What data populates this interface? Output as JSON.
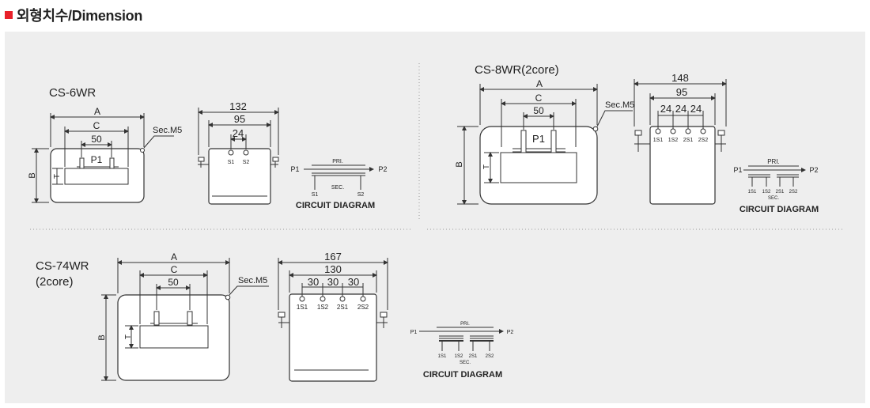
{
  "header": {
    "title": "외형치수/Dimension"
  },
  "models": [
    {
      "name": "CS-6WR",
      "front": {
        "A": "A",
        "C": "C",
        "hole": "50",
        "B": "B",
        "T": "T",
        "P1": "P1",
        "terminal": "Sec.M5"
      },
      "side": {
        "width": "132",
        "inner": "95",
        "pitch": "24",
        "terms": [
          "S1",
          "S2"
        ]
      },
      "circuit": {
        "pri": "PRI.",
        "sec": "SEC.",
        "p1": "P1",
        "p2": "P2",
        "terms": [
          "S1",
          "S2"
        ],
        "caption": "CIRCUIT DIAGRAM"
      }
    },
    {
      "name": "CS-8WR(2core)",
      "front": {
        "A": "A",
        "C": "C",
        "hole": "50",
        "B": "B",
        "T": "T",
        "P1": "P1",
        "terminal": "Sec.M5"
      },
      "side": {
        "width": "148",
        "inner": "95",
        "pitch": [
          "24",
          "24",
          "24"
        ],
        "terms": [
          "1S1",
          "1S2",
          "2S1",
          "2S2"
        ]
      },
      "circuit": {
        "pri": "PRI.",
        "sec": "SEC.",
        "p1": "P1",
        "p2": "P2",
        "terms": [
          "1S1",
          "1S2",
          "2S1",
          "2S2"
        ],
        "caption": "CIRCUIT DIAGRAM"
      }
    },
    {
      "name_line1": "CS-74WR",
      "name_line2": "(2core)",
      "front": {
        "A": "A",
        "C": "C",
        "hole": "50",
        "B": "B",
        "T": "T",
        "terminal": "Sec.M5"
      },
      "side": {
        "width": "167",
        "inner": "130",
        "pitch": [
          "30",
          "30",
          "30"
        ],
        "terms": [
          "1S1",
          "1S2",
          "2S1",
          "2S2"
        ]
      },
      "circuit": {
        "pri": "PRI.",
        "sec": "SEC.",
        "p1": "P1",
        "p2": "P2",
        "terms": [
          "1S1",
          "1S2",
          "2S1",
          "2S2"
        ],
        "caption": "CIRCUIT DIAGRAM"
      }
    }
  ]
}
